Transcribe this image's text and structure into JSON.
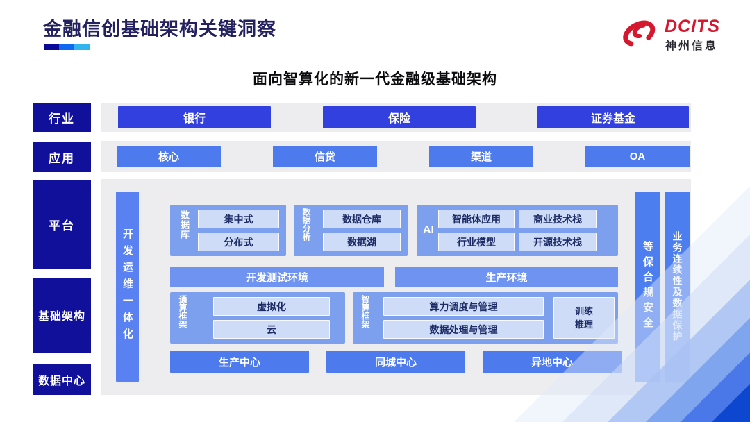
{
  "header": {
    "title": "金融信创基础架构关键洞察",
    "logo": {
      "brand": "DCITS",
      "company": "神州信息"
    }
  },
  "subtitle": "面向智算化的新一代金融级基础架构",
  "rails": {
    "industry": "行业",
    "application": "应用",
    "platform": "平台",
    "infrastructure": "基础架构",
    "datacenter": "数据中心"
  },
  "industry_row": {
    "items": [
      "银行",
      "保险",
      "证券基金"
    ]
  },
  "application_row": {
    "items": [
      "核心",
      "信贷",
      "渠道",
      "OA"
    ]
  },
  "platform_area": {
    "devops_bar": "开发运维一体化",
    "database_group": {
      "label": "数据库",
      "items": [
        "集中式",
        "分布式"
      ]
    },
    "analytics_group": {
      "label": "数据分析",
      "items": [
        "数据仓库",
        "数据湖"
      ]
    },
    "ai_group": {
      "label": "AI",
      "items": [
        "智能体应用",
        "商业技术栈",
        "行业模型",
        "开源技术栈"
      ]
    },
    "dev_test_env": "开发测试环境",
    "prod_env": "生产环境",
    "general_compute_group": {
      "label": "通算框架",
      "items": [
        "虚拟化",
        "云"
      ]
    },
    "ai_compute_group": {
      "label": "智算框架",
      "items": [
        "算力调度与管理",
        "数据处理与管理"
      ],
      "side_item": "训练推理"
    },
    "centers": [
      "生产中心",
      "同城中心",
      "异地中心"
    ],
    "security_bar": "等保合规安全",
    "continuity_bar": "业务连续性及数据保护"
  },
  "colors": {
    "brand_red": "#d6182f",
    "title_navy": "#23215f",
    "rail_navy": "#10109b",
    "strong_blue": "#3340e0",
    "mid_blue": "#4d7bee",
    "group_blue": "#7da0ee",
    "chip_blue": "#cedcf8",
    "tray_gray": "#ededef",
    "corner_blue": "#0d47cf"
  }
}
